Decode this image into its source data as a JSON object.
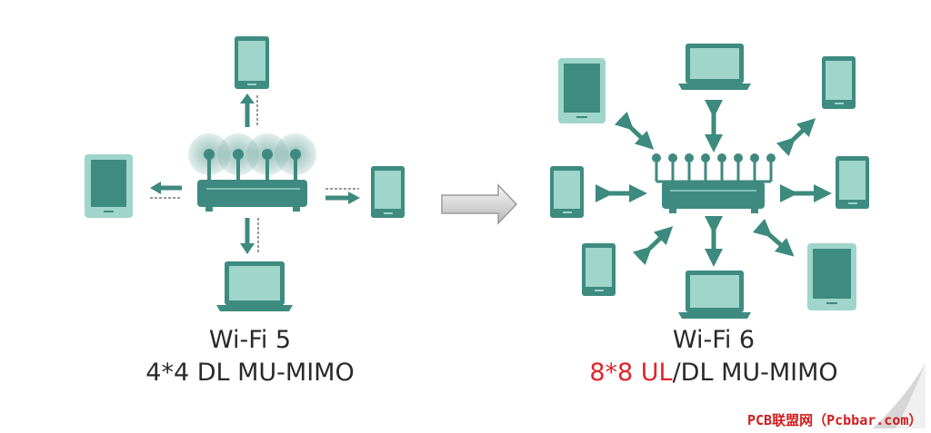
{
  "left": {
    "title": "Wi-Fi 5",
    "subtitle": "4*4 DL MU-MIMO"
  },
  "right": {
    "title": "Wi-Fi 6",
    "subtitle_accent": "8*8 UL",
    "subtitle_rest": "/DL MU-MIMO"
  },
  "watermark": "PCB联盟网（Pcbbar.com）",
  "colors": {
    "device": "#3e8b80",
    "screen": "#9fd5cb",
    "router": "#3f8a80",
    "arrow": "#3d8a7f",
    "accent": "#e0242a"
  },
  "icons": [
    "router-icon",
    "tablet-icon",
    "phone-icon",
    "laptop-icon",
    "arrow-right-icon"
  ]
}
